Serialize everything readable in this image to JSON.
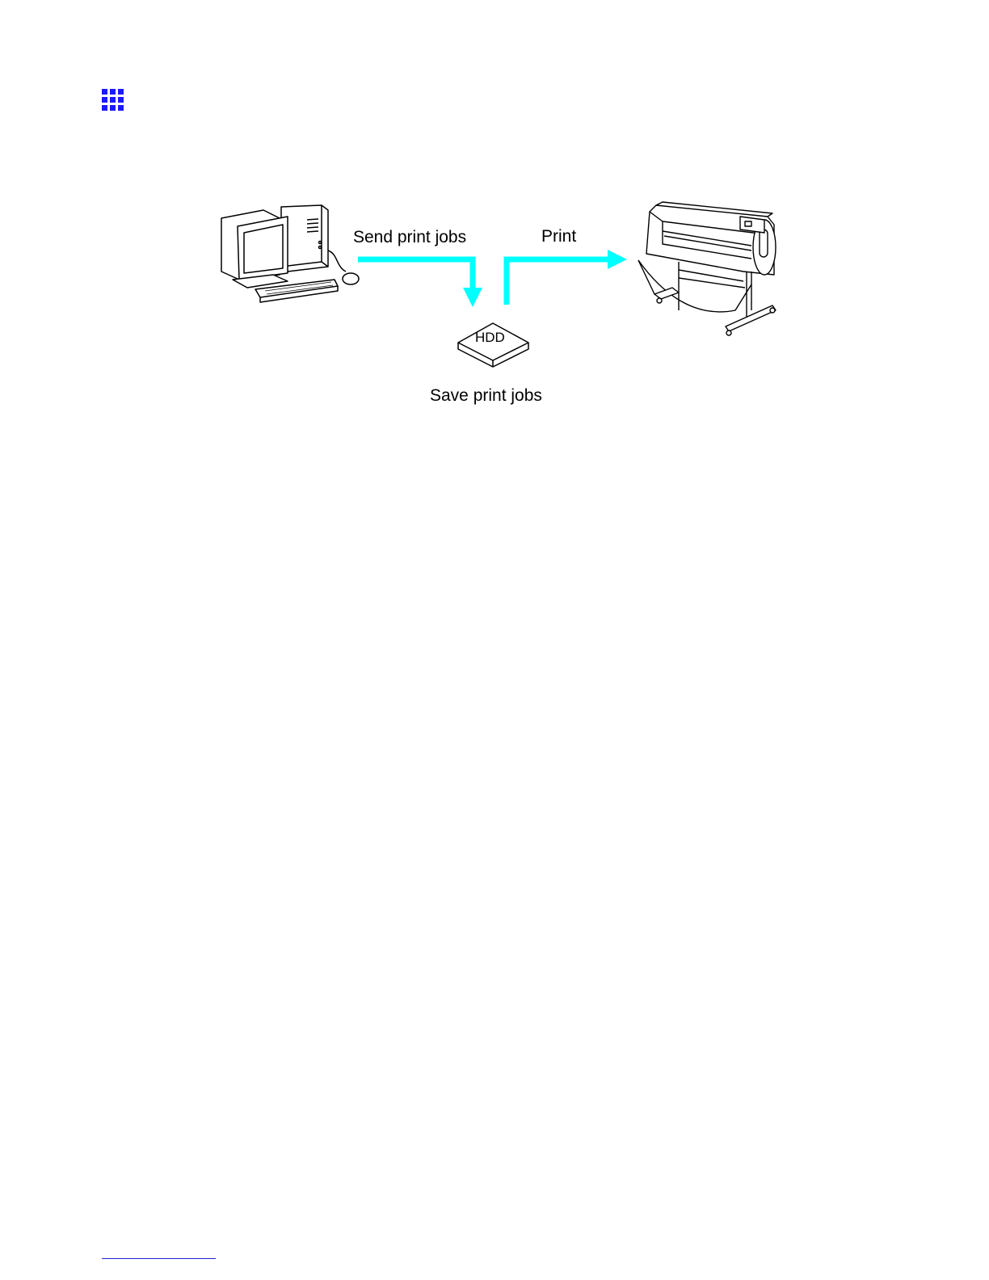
{
  "icons": {
    "header": "grid-icon",
    "computer": "desktop-computer-icon",
    "storage": "hdd-icon",
    "printer": "large-format-printer-icon"
  },
  "colors": {
    "arrow": "#00ffff",
    "header_icon": "#1a1aff",
    "footer_rule": "#1f1fd0"
  },
  "diagram": {
    "send_label": "Send print jobs",
    "print_label": "Print",
    "hdd_label": "HDD",
    "save_label": "Save print jobs"
  }
}
